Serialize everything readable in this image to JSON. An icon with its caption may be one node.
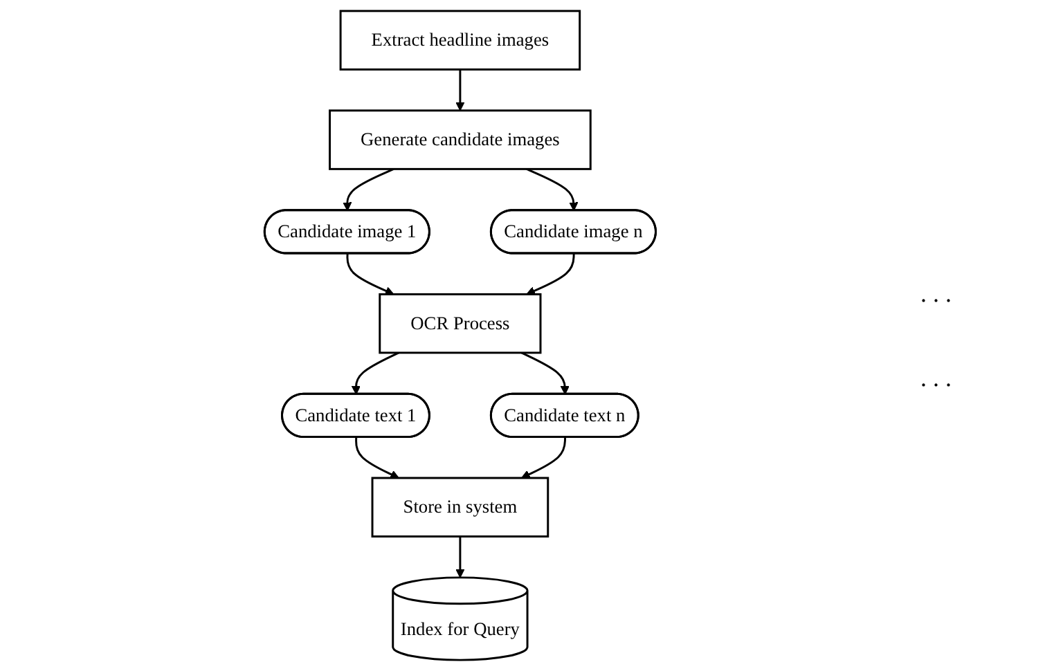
{
  "diagram": {
    "nodes": [
      {
        "text": [
          "Extract headline images"
        ]
      },
      {
        "text": [
          "Generate candidate images"
        ]
      },
      {
        "text": [
          "Candidate image 1"
        ]
      },
      {
        "text": [
          "Candidate image n"
        ]
      },
      {
        "text": [
          "OCR Process"
        ]
      },
      {
        "text": [
          "Candidate text 1"
        ]
      },
      {
        "text": [
          "Candidate text n"
        ]
      },
      {
        "text": [
          "Store in system"
        ]
      },
      {
        "text": [
          "Index for Query"
        ]
      }
    ],
    "edges": [
      {
        "from": 0,
        "to": 1,
        "arrow": "to"
      },
      {
        "from": 1,
        "to": 2,
        "arrow": "to"
      },
      {
        "from": 1,
        "to": 3,
        "arrow": "to"
      },
      {
        "from": 2,
        "to": 4,
        "arrow": "to"
      },
      {
        "from": 3,
        "to": 4,
        "arrow": "to"
      },
      {
        "from": 4,
        "to": 5,
        "arrow": "to"
      },
      {
        "from": 4,
        "to": 6,
        "arrow": "to"
      },
      {
        "from": 5,
        "to": 7,
        "arrow": "to"
      },
      {
        "from": 6,
        "to": 7,
        "arrow": "to"
      },
      {
        "from": 7,
        "to": 8,
        "arrow": "to"
      }
    ],
    "labels": [
      ". . .",
      ". . ."
    ]
  }
}
